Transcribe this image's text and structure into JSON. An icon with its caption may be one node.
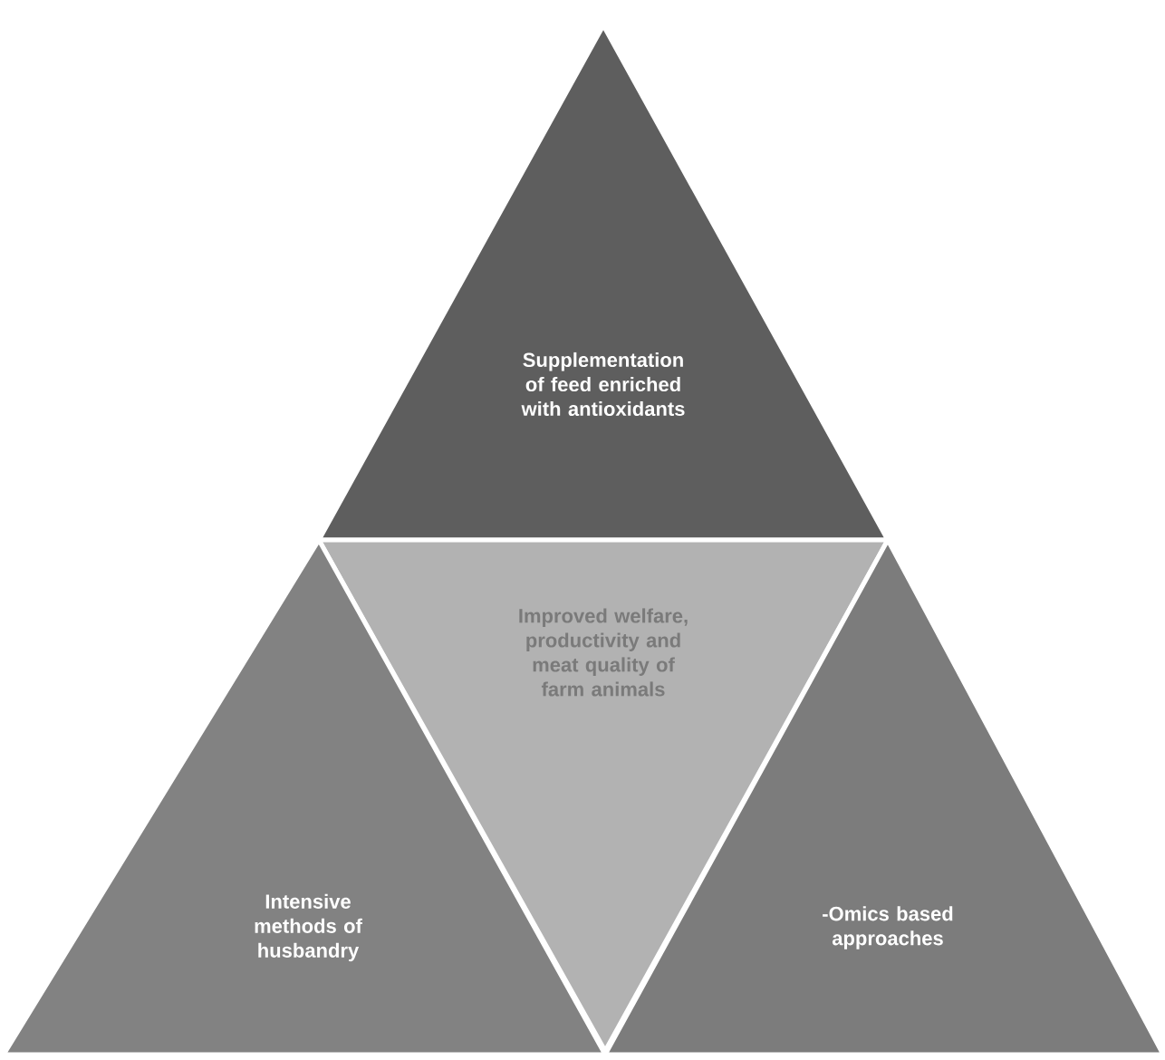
{
  "diagram": {
    "nodes": [
      {
        "text": [
          "Supplementation of feed enriched with antioxidants"
        ]
      },
      {
        "text": [
          "Improved welfare, productivity and meat quality of farm animals"
        ]
      },
      {
        "text": [
          "Intensive methods of husbandry"
        ]
      },
      {
        "text": [
          "-Omics based approaches"
        ]
      }
    ]
  }
}
